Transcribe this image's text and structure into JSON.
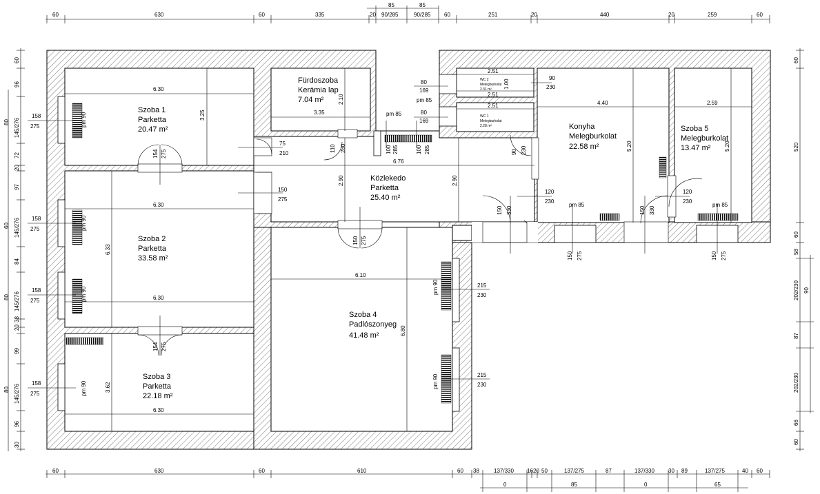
{
  "top_dims": {
    "row1": [
      "60",
      "630",
      "60",
      "335",
      "20",
      "90/285",
      "90/285",
      "60",
      "251",
      "20",
      "440",
      "20",
      "259",
      "60"
    ],
    "row0": [
      "85",
      "85"
    ]
  },
  "bottom_dims": {
    "row1": [
      "60",
      "630",
      "60",
      "610",
      "60",
      "38",
      "137/330",
      "16",
      "20",
      "50",
      "137/275",
      "87",
      "137/330",
      "30",
      "89",
      "137/275",
      "40",
      "60"
    ],
    "row2": [
      "0",
      "85",
      "0",
      "65"
    ]
  },
  "left_dims": [
    "60",
    "96",
    "80",
    "72",
    "20",
    "97",
    "60",
    "84",
    "80",
    "20",
    "38",
    "99",
    "80",
    "96",
    "30"
  ],
  "left_dims2": [
    "158",
    "275",
    "145/276",
    "158",
    "275",
    "145/276",
    "158",
    "275",
    "145/276",
    "158",
    "275",
    "145/276"
  ],
  "right_dims": [
    "60",
    "520",
    "60",
    "58",
    "202/230",
    "90",
    "87",
    "202/230",
    "66",
    "60"
  ],
  "rooms": {
    "r1": {
      "name": "Szoba 1",
      "floor": "Parketta",
      "area": "20.47 m²"
    },
    "r2": {
      "name": "Szoba 2",
      "floor": "Parketta",
      "area": "33.58 m²"
    },
    "r3": {
      "name": "Szoba 3",
      "floor": "Parketta",
      "area": "22.18 m²"
    },
    "r4": {
      "name": "Szoba 4",
      "floor": "Padlószonyeg",
      "area": "41.48 m²"
    },
    "r5": {
      "name": "Szoba 5",
      "floor": "Melegburkolat",
      "area": "13.47 m²"
    },
    "bath": {
      "name": "Fürdoszoba",
      "floor": "Kerámia lap",
      "area": "7.04 m²"
    },
    "hall": {
      "name": "Közlekedo",
      "floor": "Parketta",
      "area": "25.40 m²"
    },
    "kitchen": {
      "name": "Konyha",
      "floor": "Melegburkolat",
      "area": "22.58 m²"
    },
    "wc1": {
      "name": "WC 1",
      "floor": "Melegburkolat",
      "area": "2.28 m²"
    },
    "wc2": {
      "name": "WC 2",
      "floor": "Melegburkolat",
      "area": "2.31 m²"
    }
  },
  "inner_dims": {
    "r1_w": "6.30",
    "r1_h": "3.25",
    "r2_w_top": "6.30",
    "r2_w_bot": "6.30",
    "r2_h": "6.33",
    "r3_w": "6.30",
    "r3_h": "3.62",
    "bath_w": "3.35",
    "bath_h": "2.10",
    "hall_w": "6.76",
    "hall_h1": "2.90",
    "hall_h2": "2.90",
    "r4_w": "6.10",
    "r4_h": "6.80",
    "kit_w": "4.40",
    "kit_h": "5.20",
    "r5_w": "2.59",
    "r5_h": "5.20",
    "wc_w1": "2.51",
    "wc_w2": "2.51",
    "wc_w3": "2.51",
    "wc_h": "1.00"
  },
  "doors": {
    "d1": "75",
    "d1b": "210",
    "d2": "150",
    "d2b": "275",
    "d3a": "110",
    "d3b": "280",
    "d4a": "150",
    "d4b": "275",
    "d5a": "150",
    "d5b": "330",
    "d6a": "150",
    "d6b": "330",
    "d7a": "120",
    "d7b": "230",
    "d8a": "120",
    "d8b": "230",
    "d9a": "90",
    "d9b": "230",
    "d10a": "154",
    "d10b": "275",
    "d11a": "154",
    "d11b": "275",
    "wc2a": "90",
    "wc2b": "230",
    "wcw1a": "80",
    "wcw1b": "169",
    "wcw2a": "80",
    "wcw2b": "169",
    "hw1a": "100",
    "hw1b": "285",
    "hw2a": "100",
    "hw2b": "285"
  },
  "windows": {
    "r4w1a": "215",
    "r4w1b": "230",
    "r4w2a": "215",
    "r4w2b": "230",
    "bw1a": "150",
    "bw1b": "275",
    "bw2a": "150",
    "bw2b": "275"
  },
  "pm": {
    "p1": "pm 90",
    "p2": "pm 90",
    "p3": "pm 90",
    "p4": "pm 90",
    "p5": "pm 90",
    "p6": "pm 90",
    "p7": "pm 85",
    "p8": "pm 85",
    "p9": "pm 85",
    "p10": "pm 85"
  }
}
